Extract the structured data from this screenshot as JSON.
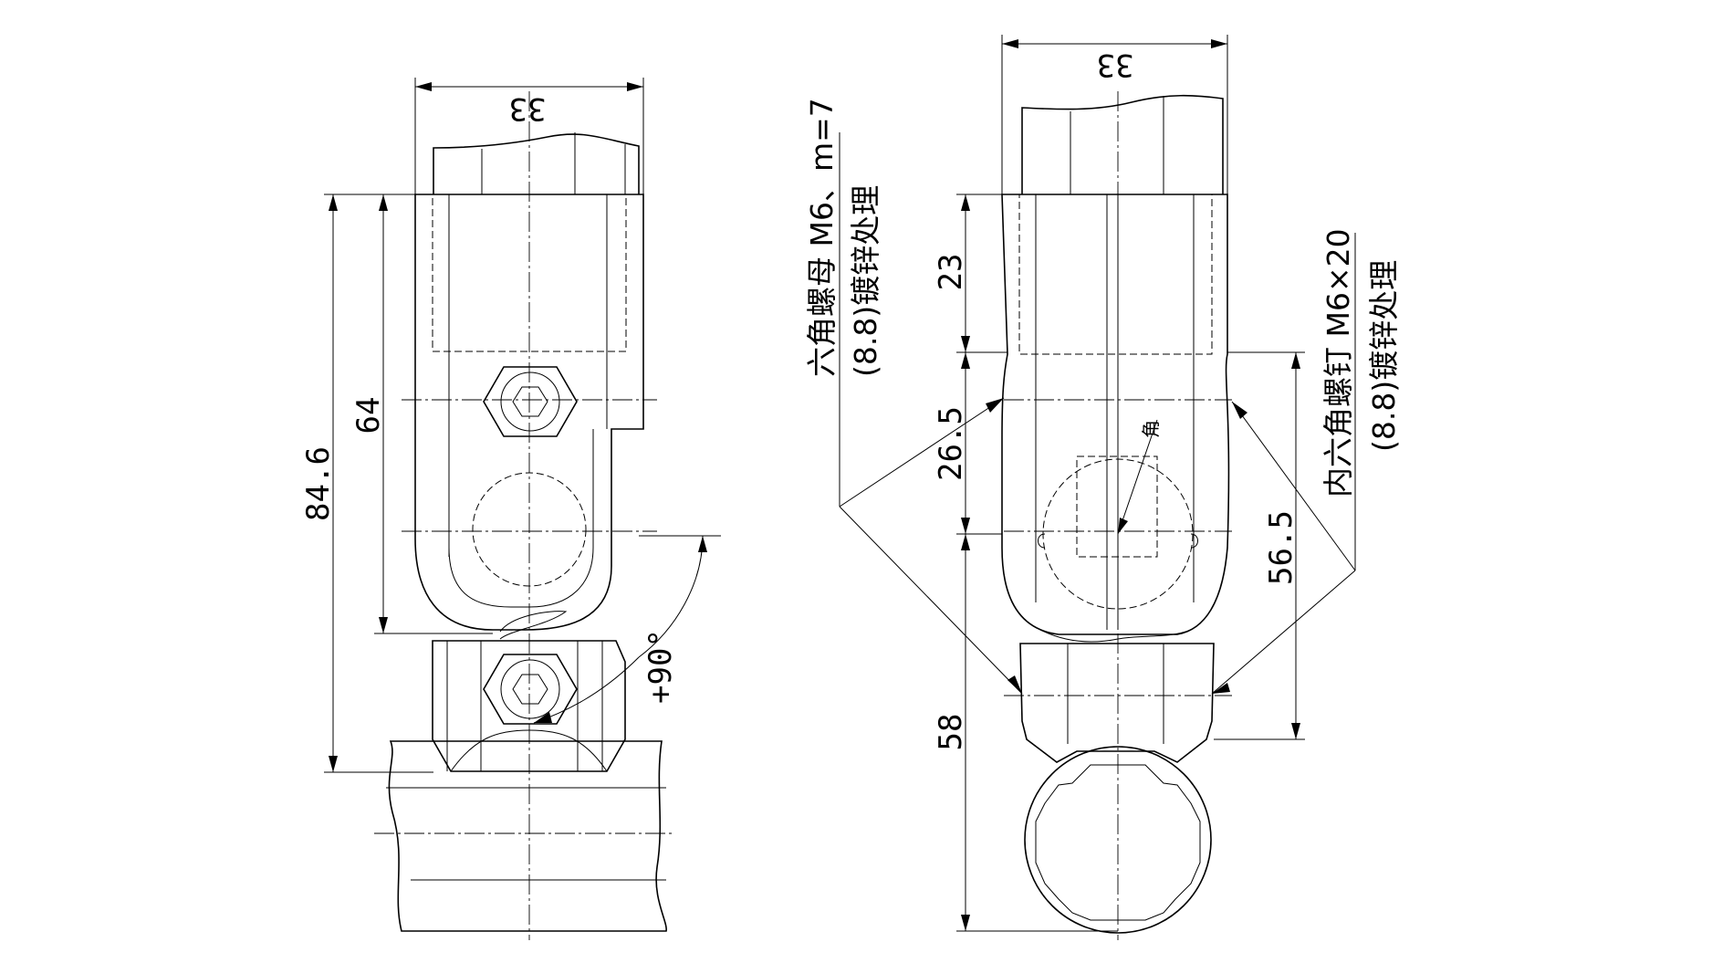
{
  "dimensions": {
    "left_width": "33",
    "left_height_total": "84.6",
    "left_height_upper": "64",
    "angle": "+90°",
    "right_width": "33",
    "right_d1": "23",
    "right_d2": "26.5",
    "right_d3": "58",
    "right_d4": "56.5"
  },
  "labels": {
    "nut_line1": "六角螺母 M6、m=7",
    "nut_line2": "(8.8)镀锌处理",
    "bolt_line1": "内六角螺钉 M6×20",
    "bolt_line2": "(8.8)镀锌处理",
    "angle_small": "角"
  }
}
